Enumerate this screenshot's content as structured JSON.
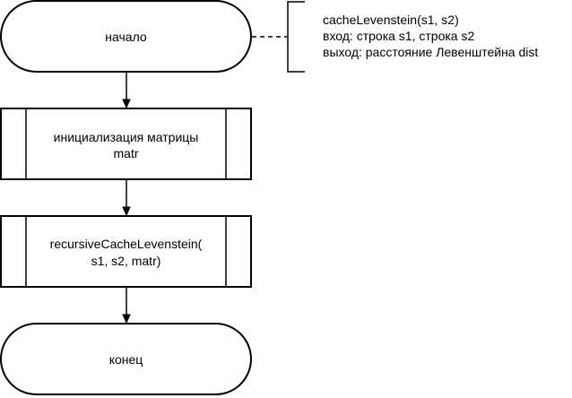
{
  "diagram": {
    "start_label": "начало",
    "end_label": "конец",
    "process1": {
      "line1": "инициализация матрицы",
      "line2": "matr"
    },
    "process2": {
      "line1": "recursiveCacheLevenstein(",
      "line2": "s1, s2, matr)"
    },
    "annotation": {
      "line1": "cacheLevenstein(s1, s2)",
      "line2": "вход: строка s1, строка s2",
      "line3": "выход: расстояние Левенштейна dist"
    }
  }
}
